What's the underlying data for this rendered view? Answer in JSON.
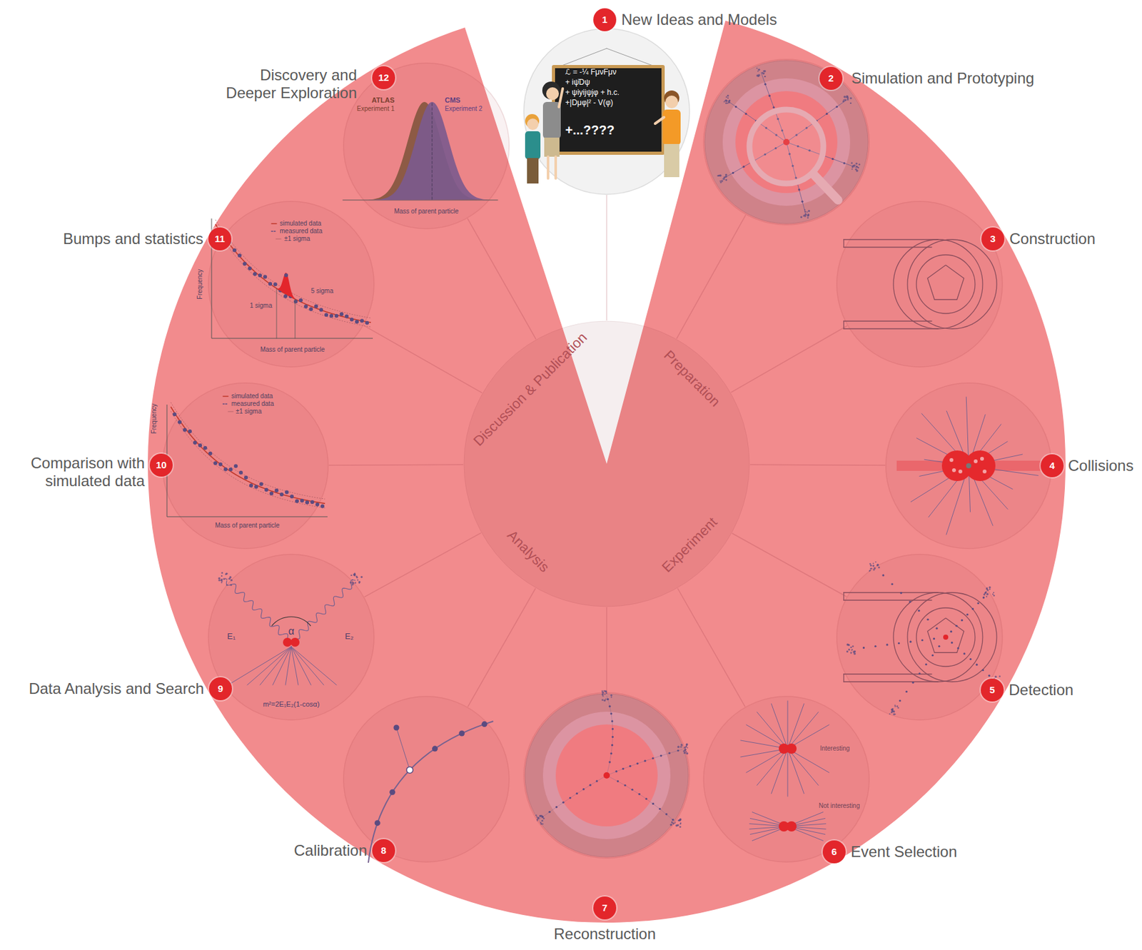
{
  "diagram": {
    "nodes": [
      {
        "text": [
          "New Ideas and Models",
          "ℒ = -¼ FμνFμν",
          "+ iψ̄Dψ",
          "+ ψiyijψjφ + h.c.",
          "+|Dμφ|² - V(φ)",
          "+...????"
        ]
      },
      {
        "text": [
          "Simulation and Prototyping"
        ]
      },
      {
        "text": [
          "Construction"
        ]
      },
      {
        "text": [
          "Collisions"
        ]
      },
      {
        "text": [
          "Detection"
        ]
      },
      {
        "text": [
          "Event Selection",
          "Interesting",
          "Not interesting"
        ]
      },
      {
        "text": [
          "Reconstruction"
        ]
      },
      {
        "text": [
          "Calibration"
        ]
      },
      {
        "text": [
          "Data Analysis and Search",
          "E₁",
          "α",
          "E₂",
          "m²=2E₁E₂(1-cosα)"
        ]
      },
      {
        "text": [
          "Comparison with simulated data",
          "simulated data",
          "measured data",
          "±1 sigma",
          "Frequency",
          "Mass of parent particle"
        ]
      },
      {
        "text": [
          "Bumps and statistics",
          "simulated data",
          "measured data",
          "±1 sigma",
          "Frequency",
          "5 sigma",
          "1 sigma",
          "Mass of parent particle"
        ]
      },
      {
        "text": [
          "Discovery and Deeper Exploration",
          "ATLAS",
          "Experiment 1",
          "CMS",
          "Experiment 2",
          "Mass of parent particle"
        ]
      },
      {
        "text": [
          "Discussion & Publication",
          "Preparation",
          "Experiment",
          "Analysis"
        ]
      }
    ],
    "edges": [
      {
        "from": 12,
        "to": 0,
        "arrow": "none"
      },
      {
        "from": 12,
        "to": 1,
        "arrow": "none"
      },
      {
        "from": 12,
        "to": 2,
        "arrow": "none"
      },
      {
        "from": 12,
        "to": 3,
        "arrow": "none"
      },
      {
        "from": 12,
        "to": 4,
        "arrow": "none"
      },
      {
        "from": 12,
        "to": 5,
        "arrow": "none"
      },
      {
        "from": 12,
        "to": 6,
        "arrow": "none"
      },
      {
        "from": 12,
        "to": 7,
        "arrow": "none"
      },
      {
        "from": 12,
        "to": 8,
        "arrow": "none"
      },
      {
        "from": 12,
        "to": 9,
        "arrow": "none"
      },
      {
        "from": 12,
        "to": 10,
        "arrow": "none"
      },
      {
        "from": 12,
        "to": 11,
        "arrow": "none"
      }
    ],
    "labels": [
      "1",
      "2",
      "3",
      "4",
      "5",
      "6",
      "7",
      "8",
      "9",
      "10",
      "11",
      "12"
    ]
  }
}
